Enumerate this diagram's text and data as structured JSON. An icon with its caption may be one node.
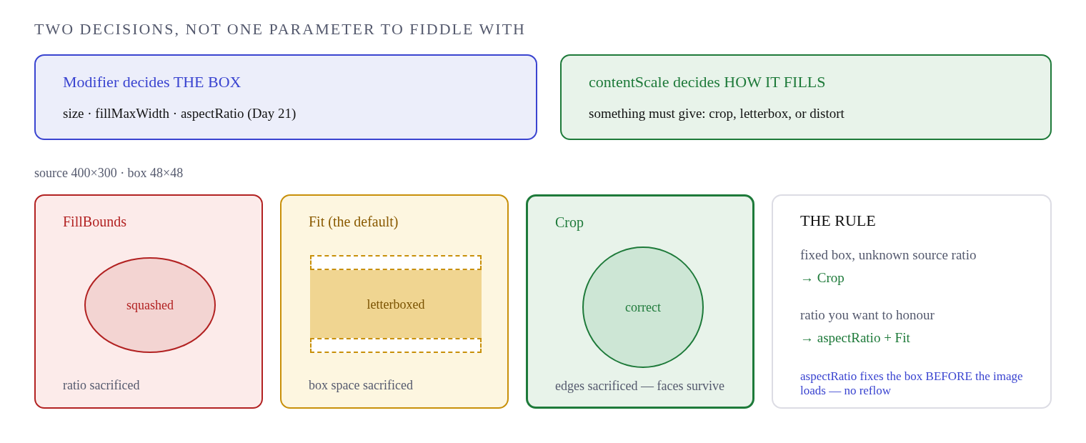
{
  "diagram": {
    "title": "TWO DECISIONS, NOT ONE PARAMETER TO FIDDLE WITH",
    "nodes": [
      {
        "text": [
          "Modifier decides THE BOX",
          "size · fillMaxWidth · aspectRatio (Day 21)"
        ]
      },
      {
        "text": [
          "contentScale decides HOW IT FILLS",
          "something must give: crop, letterbox, or distort"
        ]
      },
      {
        "text": [
          "FillBounds",
          "ratio sacrificed"
        ]
      },
      {
        "text": [
          "squashed"
        ],
        "in": 2
      },
      {
        "text": [
          "Fit (the default)",
          "box space sacrificed"
        ]
      },
      {
        "text": [
          "letterboxed"
        ],
        "in": 4
      },
      {
        "text": [
          "Crop",
          "edges sacrificed — faces survive"
        ]
      },
      {
        "text": [
          "correct"
        ],
        "in": 6
      },
      {
        "text": [
          "THE RULE",
          "fixed box, unknown source ratio",
          "→ Crop",
          "ratio you want to honour",
          "→ aspectRatio + Fit",
          "aspectRatio fixes the box BEFORE the image loads — no reflow"
        ]
      }
    ],
    "labels": [
      "source 400×300 · box 48×48"
    ]
  }
}
